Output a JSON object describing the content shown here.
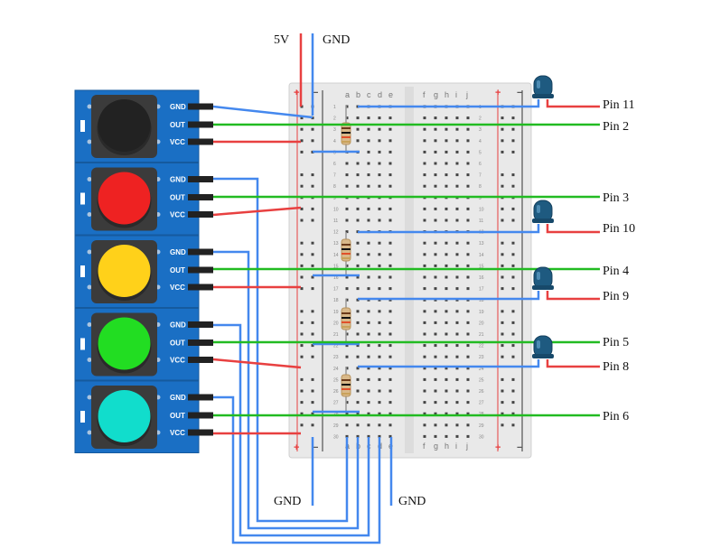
{
  "power_labels": {
    "vcc": "5V",
    "gnd_top": "GND",
    "gnd_bottom_left": "GND",
    "gnd_bottom_right": "GND"
  },
  "modules": [
    {
      "color": "#222222",
      "pins": [
        "GND",
        "OUT",
        "VCC"
      ],
      "out_pin": "Pin 2"
    },
    {
      "color": "#ee2222",
      "pins": [
        "GND",
        "OUT",
        "VCC"
      ],
      "out_pin": "Pin 3"
    },
    {
      "color": "#ffd11a",
      "pins": [
        "GND",
        "OUT",
        "VCC"
      ],
      "out_pin": "Pin 4"
    },
    {
      "color": "#22dd22",
      "pins": [
        "GND",
        "OUT",
        "VCC"
      ],
      "out_pin": "Pin 5"
    },
    {
      "color": "#11ddcc",
      "pins": [
        "GND",
        "OUT",
        "VCC"
      ],
      "out_pin": "Pin 6"
    }
  ],
  "leds": [
    {
      "pin": "Pin 11"
    },
    {
      "pin": "Pin 10"
    },
    {
      "pin": "Pin 9"
    },
    {
      "pin": "Pin 8"
    }
  ],
  "breadboard": {
    "columns_left": [
      "a",
      "b",
      "c",
      "d",
      "e"
    ],
    "columns_right": [
      "f",
      "g",
      "h",
      "i",
      "j"
    ],
    "rows": 30,
    "rail_plus": "+",
    "rail_minus": "−"
  },
  "colors": {
    "wire_red": "#e84040",
    "wire_green": "#22bb22",
    "wire_blue": "#4488ee",
    "module_blue": "#1a6fc4",
    "led_blue": "#1e5a80"
  }
}
